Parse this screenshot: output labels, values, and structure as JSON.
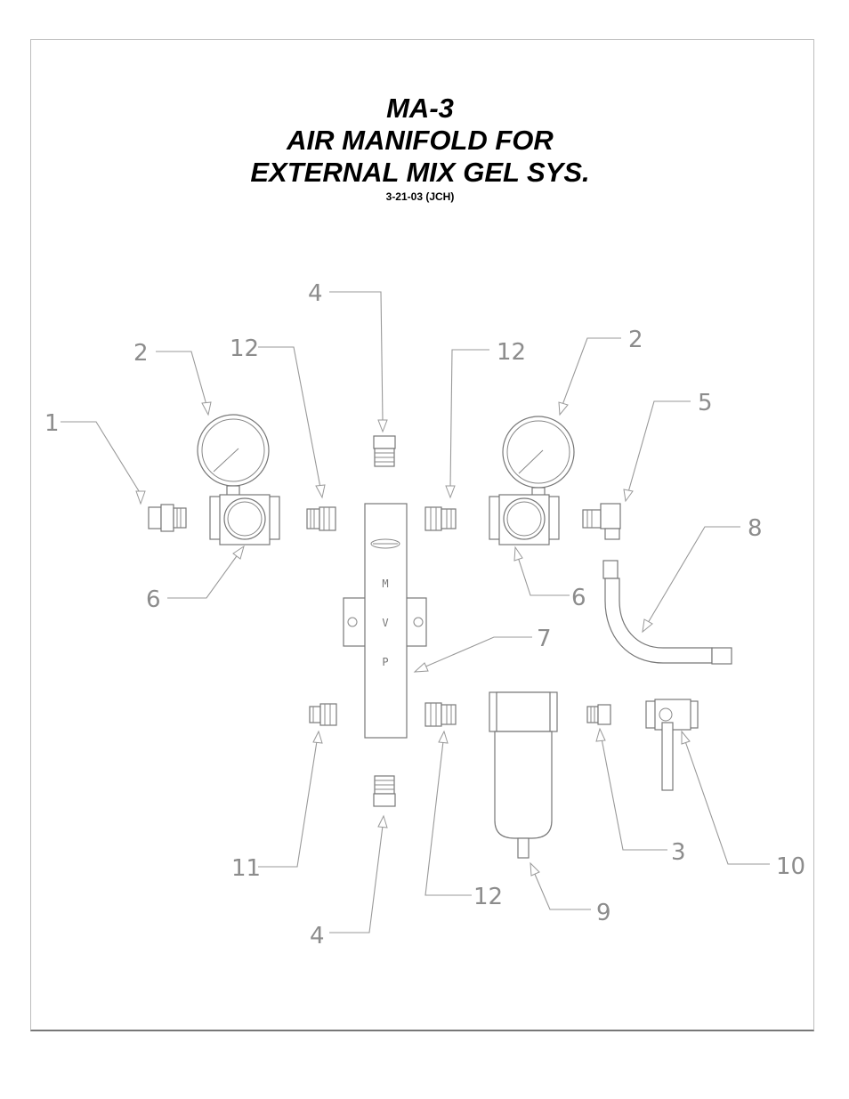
{
  "title": {
    "line1": "MA-3",
    "line2": "AIR MANIFOLD FOR",
    "line3": "EXTERNAL MIX GEL SYS.",
    "date": "3-21-03 (JCH)"
  },
  "manifold_text": {
    "m": "M",
    "v": "V",
    "p": "P"
  },
  "callouts": [
    "1",
    "2",
    "12",
    "4",
    "12",
    "2",
    "5",
    "8",
    "6",
    "6",
    "7",
    "11",
    "12",
    "4",
    "9",
    "3",
    "10"
  ]
}
